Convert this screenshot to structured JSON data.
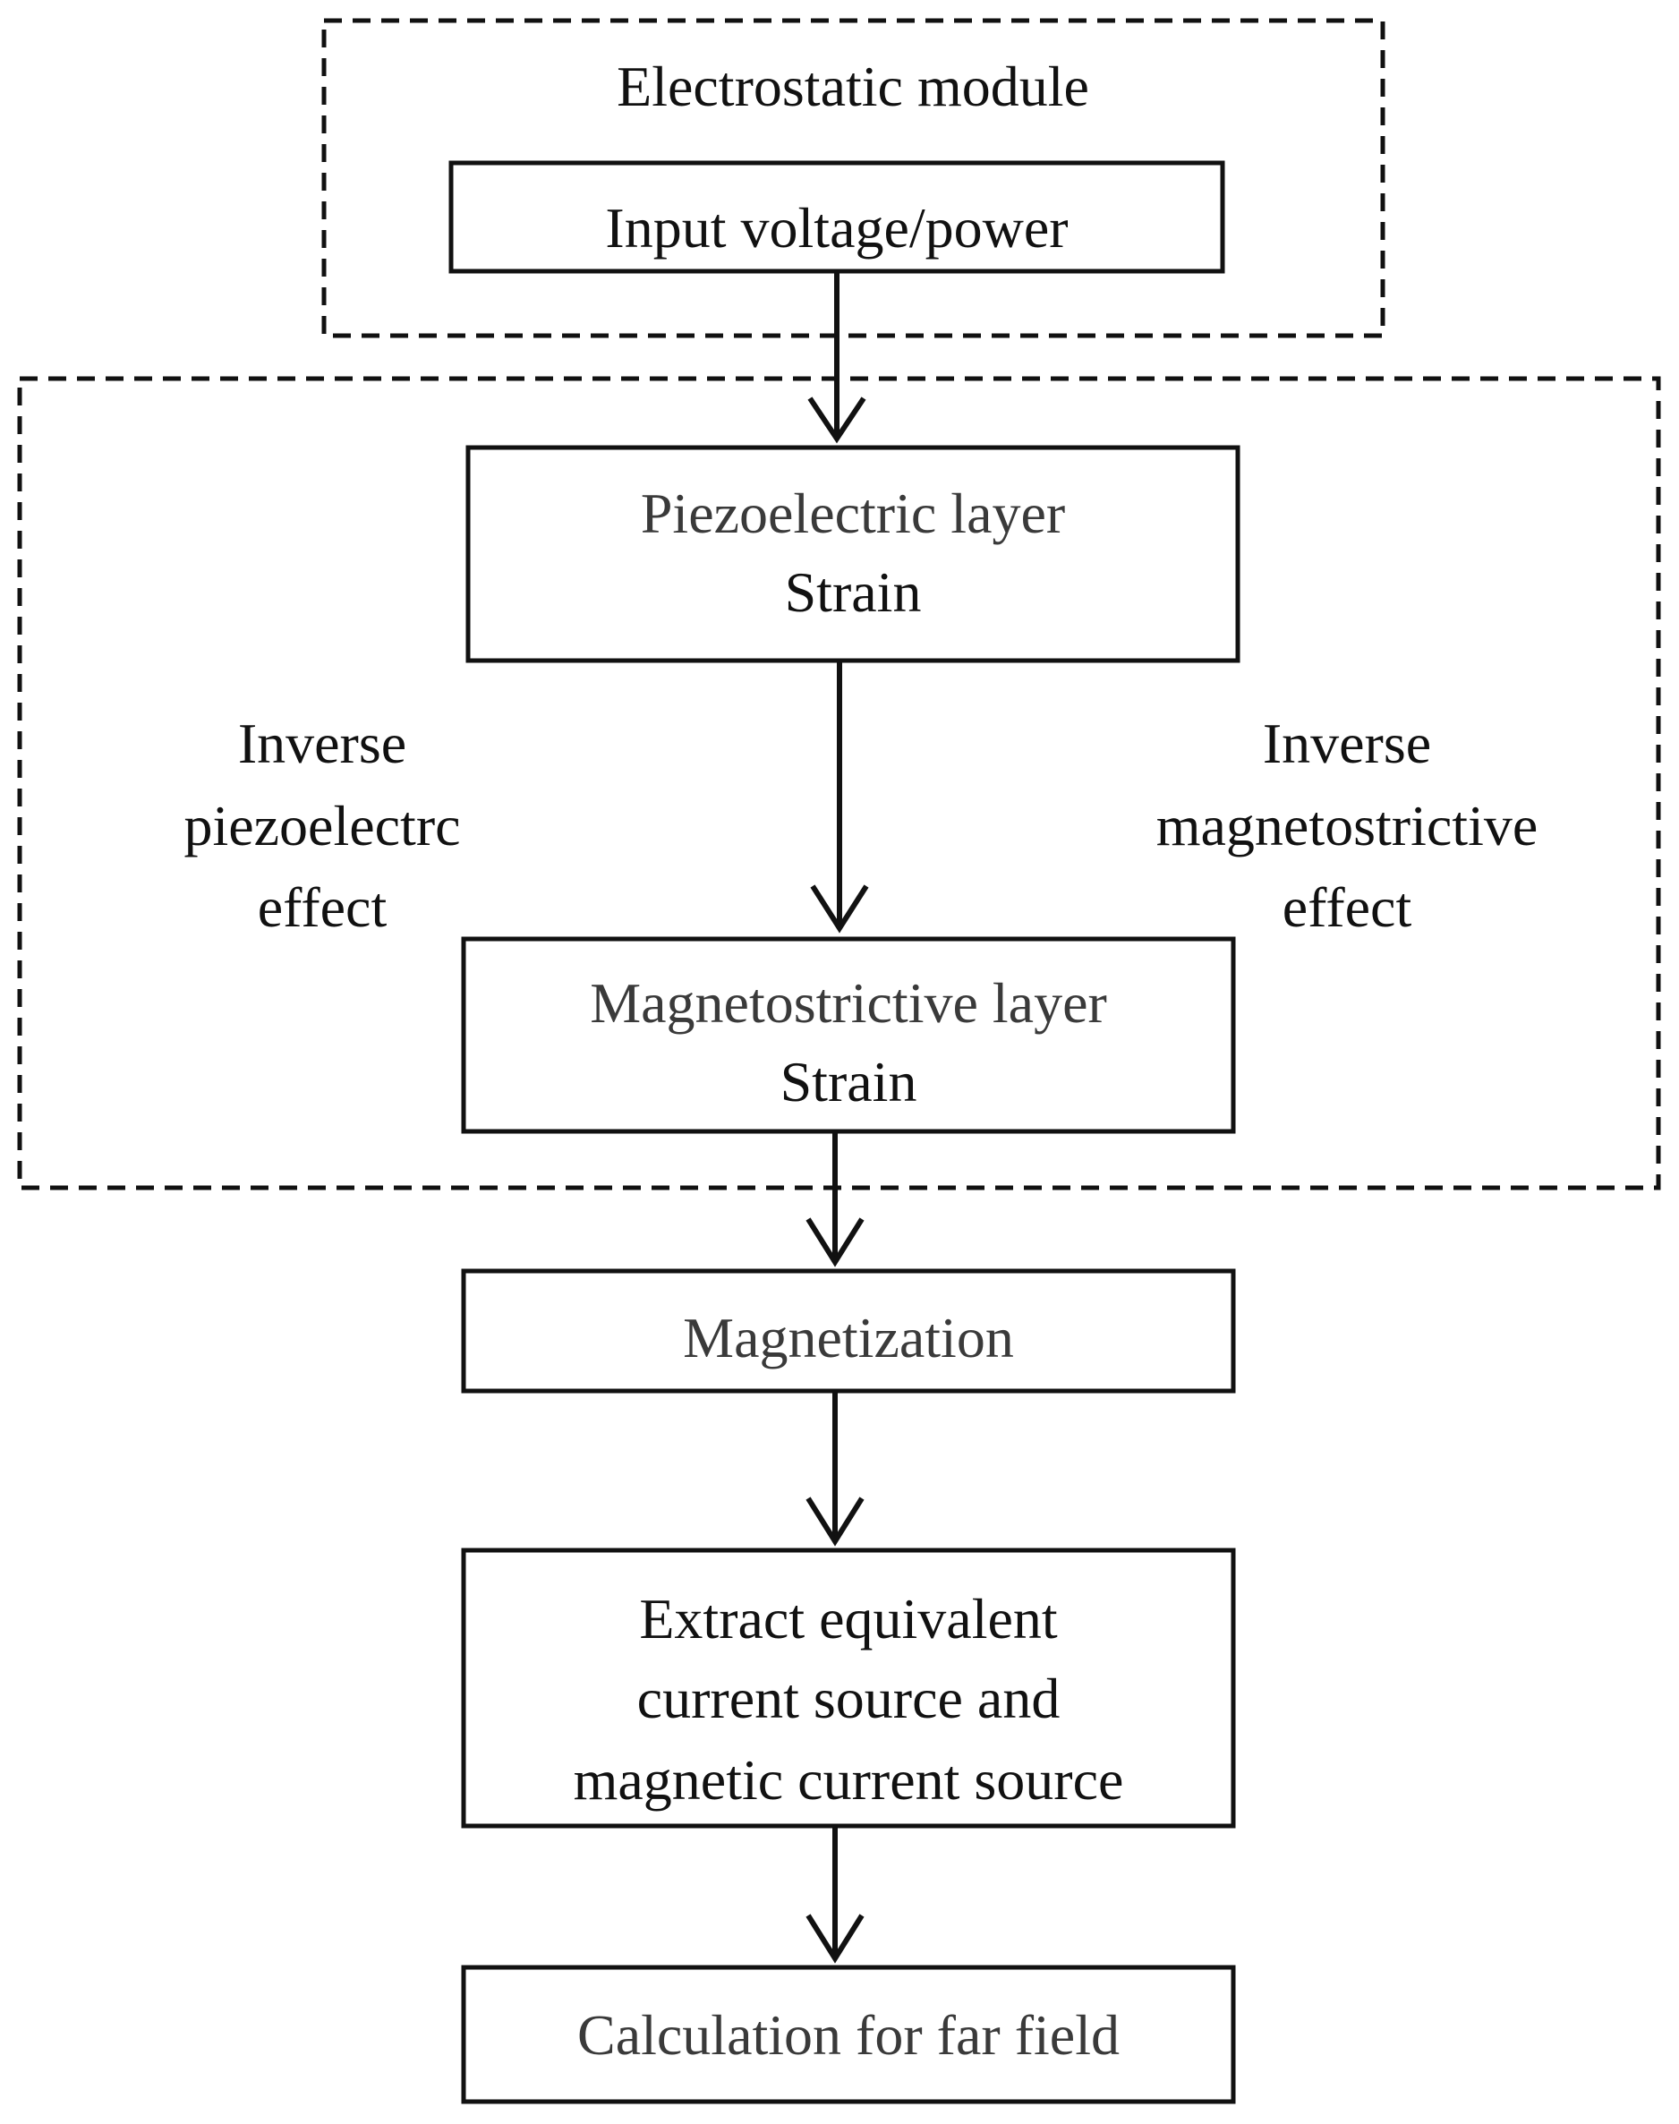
{
  "diagram": {
    "electrostatic_module": {
      "title": "Electrostatic module",
      "input_box": "Input voltage/power"
    },
    "piezo_box": {
      "line1": "Piezoelectric layer",
      "line2": "Strain"
    },
    "left_annotation": {
      "line1": "Inverse",
      "line2": "piezoelectrc",
      "line3": "effect"
    },
    "right_annotation": {
      "line1": "Inverse",
      "line2": "magnetostrictive",
      "line3": "effect"
    },
    "magneto_box": {
      "line1": "Magnetostrictive layer",
      "line2": "Strain"
    },
    "magnetization_box": "Magnetization",
    "extract_box": {
      "line1": "Extract equivalent",
      "line2": "current source and",
      "line3": "magnetic current source"
    },
    "far_field_box": "Calculation for far field"
  }
}
